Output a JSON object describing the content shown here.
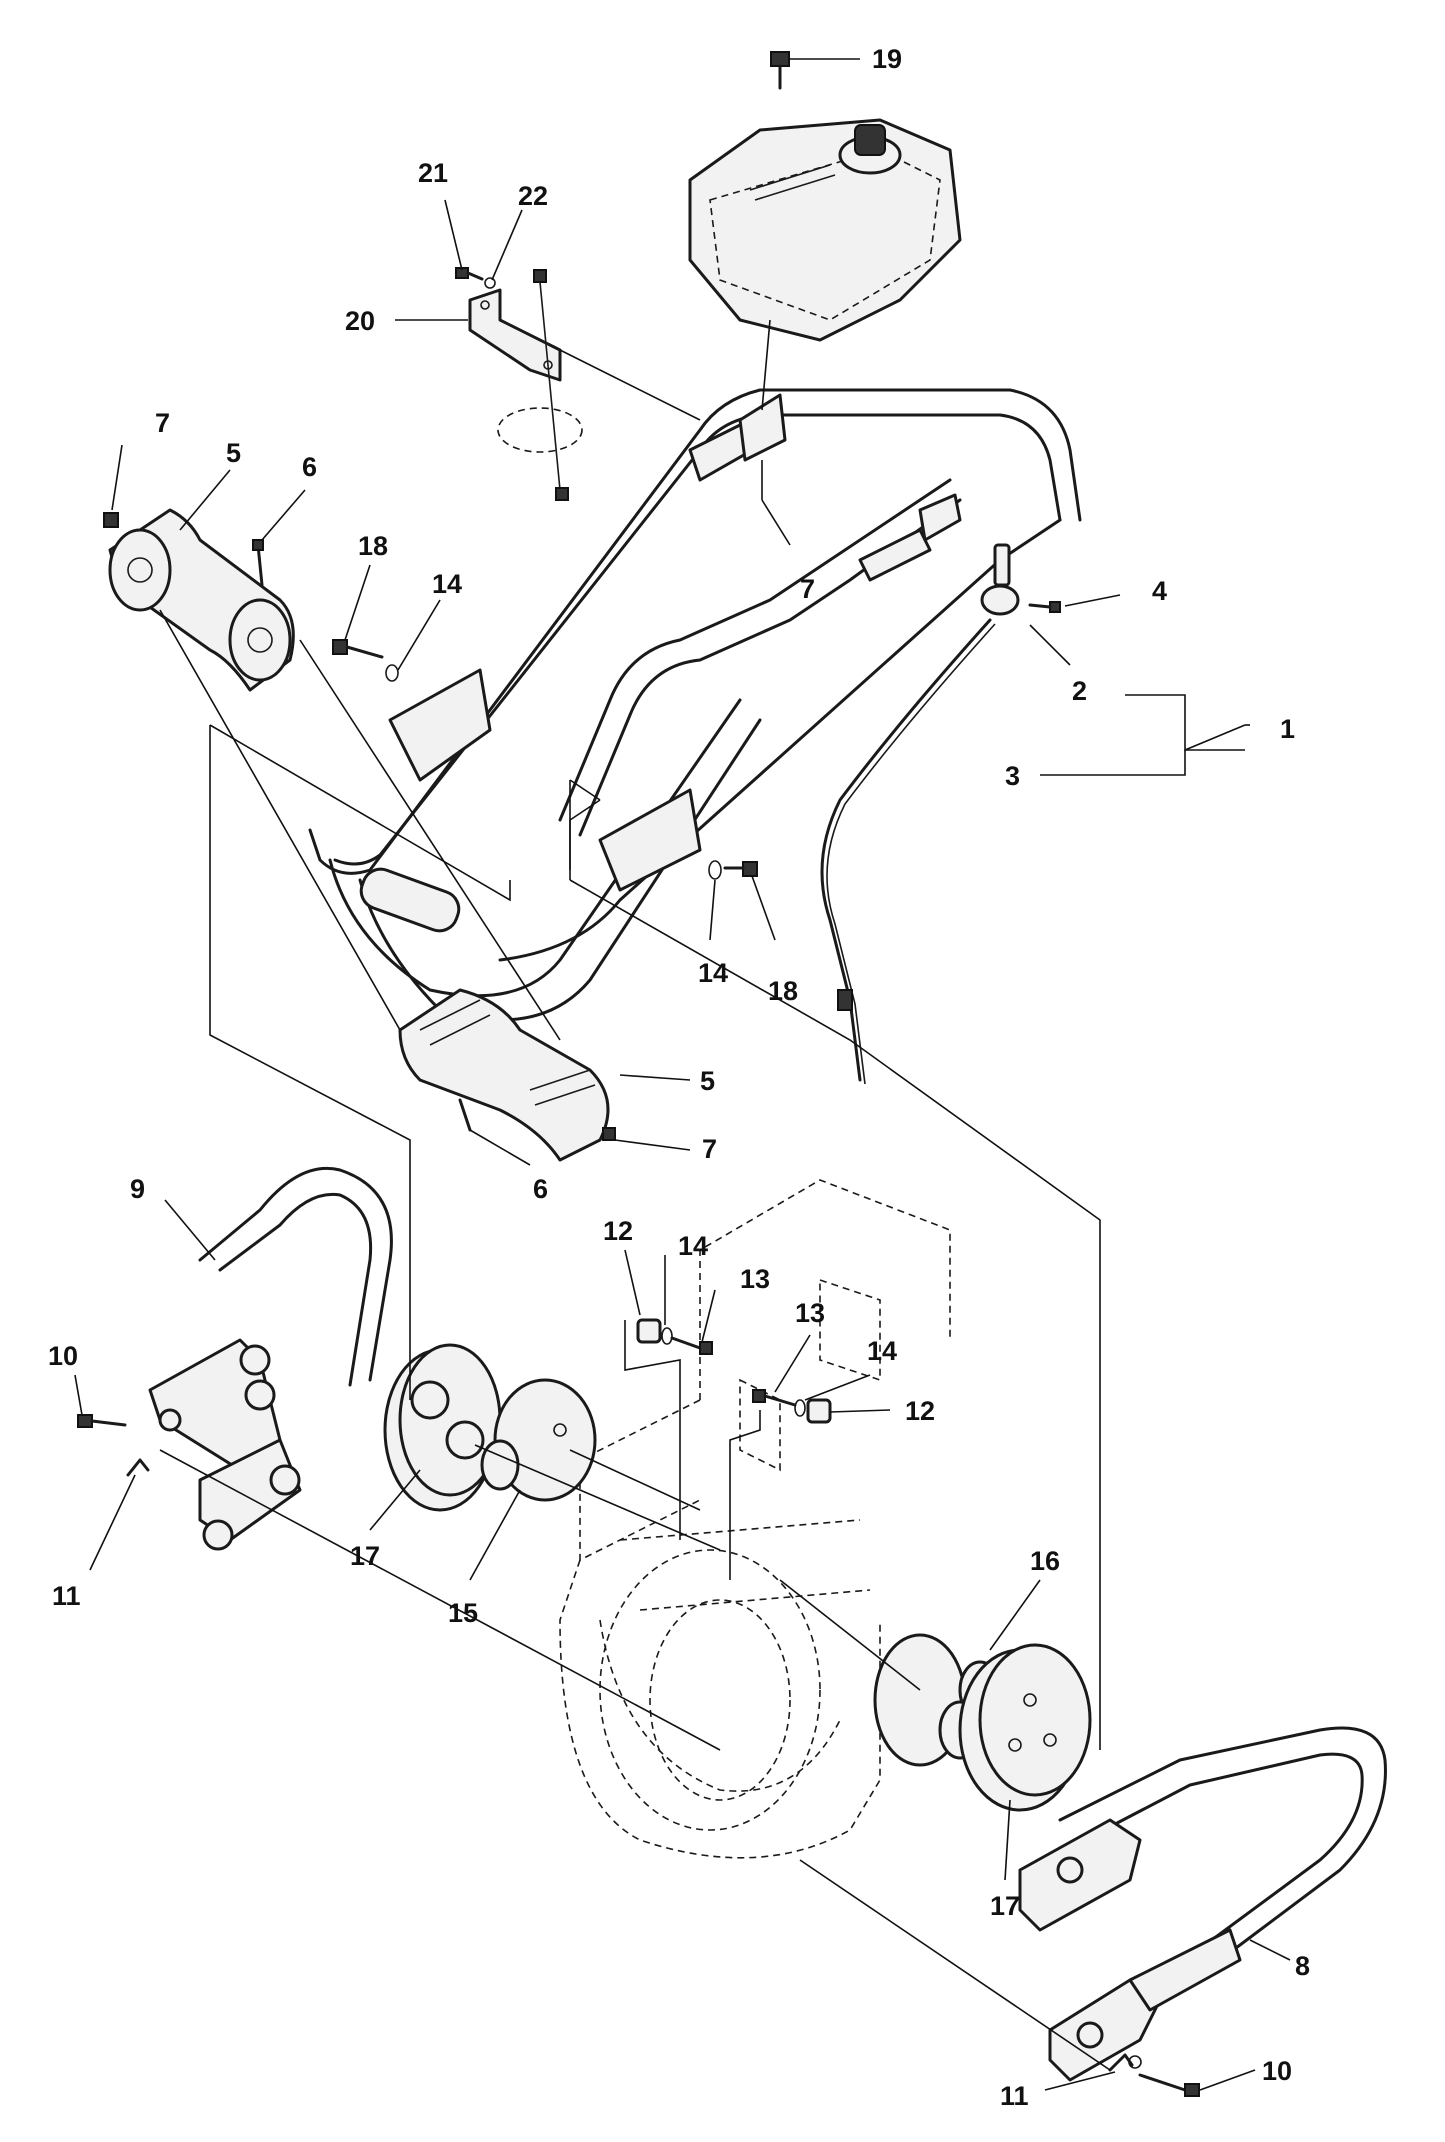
{
  "diagram": {
    "callouts": [
      {
        "id": "c19a",
        "text": "19"
      },
      {
        "id": "c21",
        "text": "21"
      },
      {
        "id": "c22",
        "text": "22"
      },
      {
        "id": "c20",
        "text": "20"
      },
      {
        "id": "c7a",
        "text": "7"
      },
      {
        "id": "c5a",
        "text": "5"
      },
      {
        "id": "c6a",
        "text": "6"
      },
      {
        "id": "c18a",
        "text": "18"
      },
      {
        "id": "c14a",
        "text": "14"
      },
      {
        "id": "c7b",
        "text": "7"
      },
      {
        "id": "c4",
        "text": "4"
      },
      {
        "id": "c2",
        "text": "2"
      },
      {
        "id": "c1",
        "text": "1"
      },
      {
        "id": "c3",
        "text": "3"
      },
      {
        "id": "c14b",
        "text": "14"
      },
      {
        "id": "c18b",
        "text": "18"
      },
      {
        "id": "c5b",
        "text": "5"
      },
      {
        "id": "c7c",
        "text": "7"
      },
      {
        "id": "c6b",
        "text": "6"
      },
      {
        "id": "c9",
        "text": "9"
      },
      {
        "id": "c12a",
        "text": "12"
      },
      {
        "id": "c14c",
        "text": "14"
      },
      {
        "id": "c13a",
        "text": "13"
      },
      {
        "id": "c13b",
        "text": "13"
      },
      {
        "id": "c14d",
        "text": "14"
      },
      {
        "id": "c12b",
        "text": "12"
      },
      {
        "id": "c10a",
        "text": "10"
      },
      {
        "id": "c11a",
        "text": "11"
      },
      {
        "id": "c17a",
        "text": "17"
      },
      {
        "id": "c15",
        "text": "15"
      },
      {
        "id": "c16",
        "text": "16"
      },
      {
        "id": "c17b",
        "text": "17"
      },
      {
        "id": "c8",
        "text": "8"
      },
      {
        "id": "c11b",
        "text": "11"
      },
      {
        "id": "c10b",
        "text": "10"
      }
    ]
  }
}
